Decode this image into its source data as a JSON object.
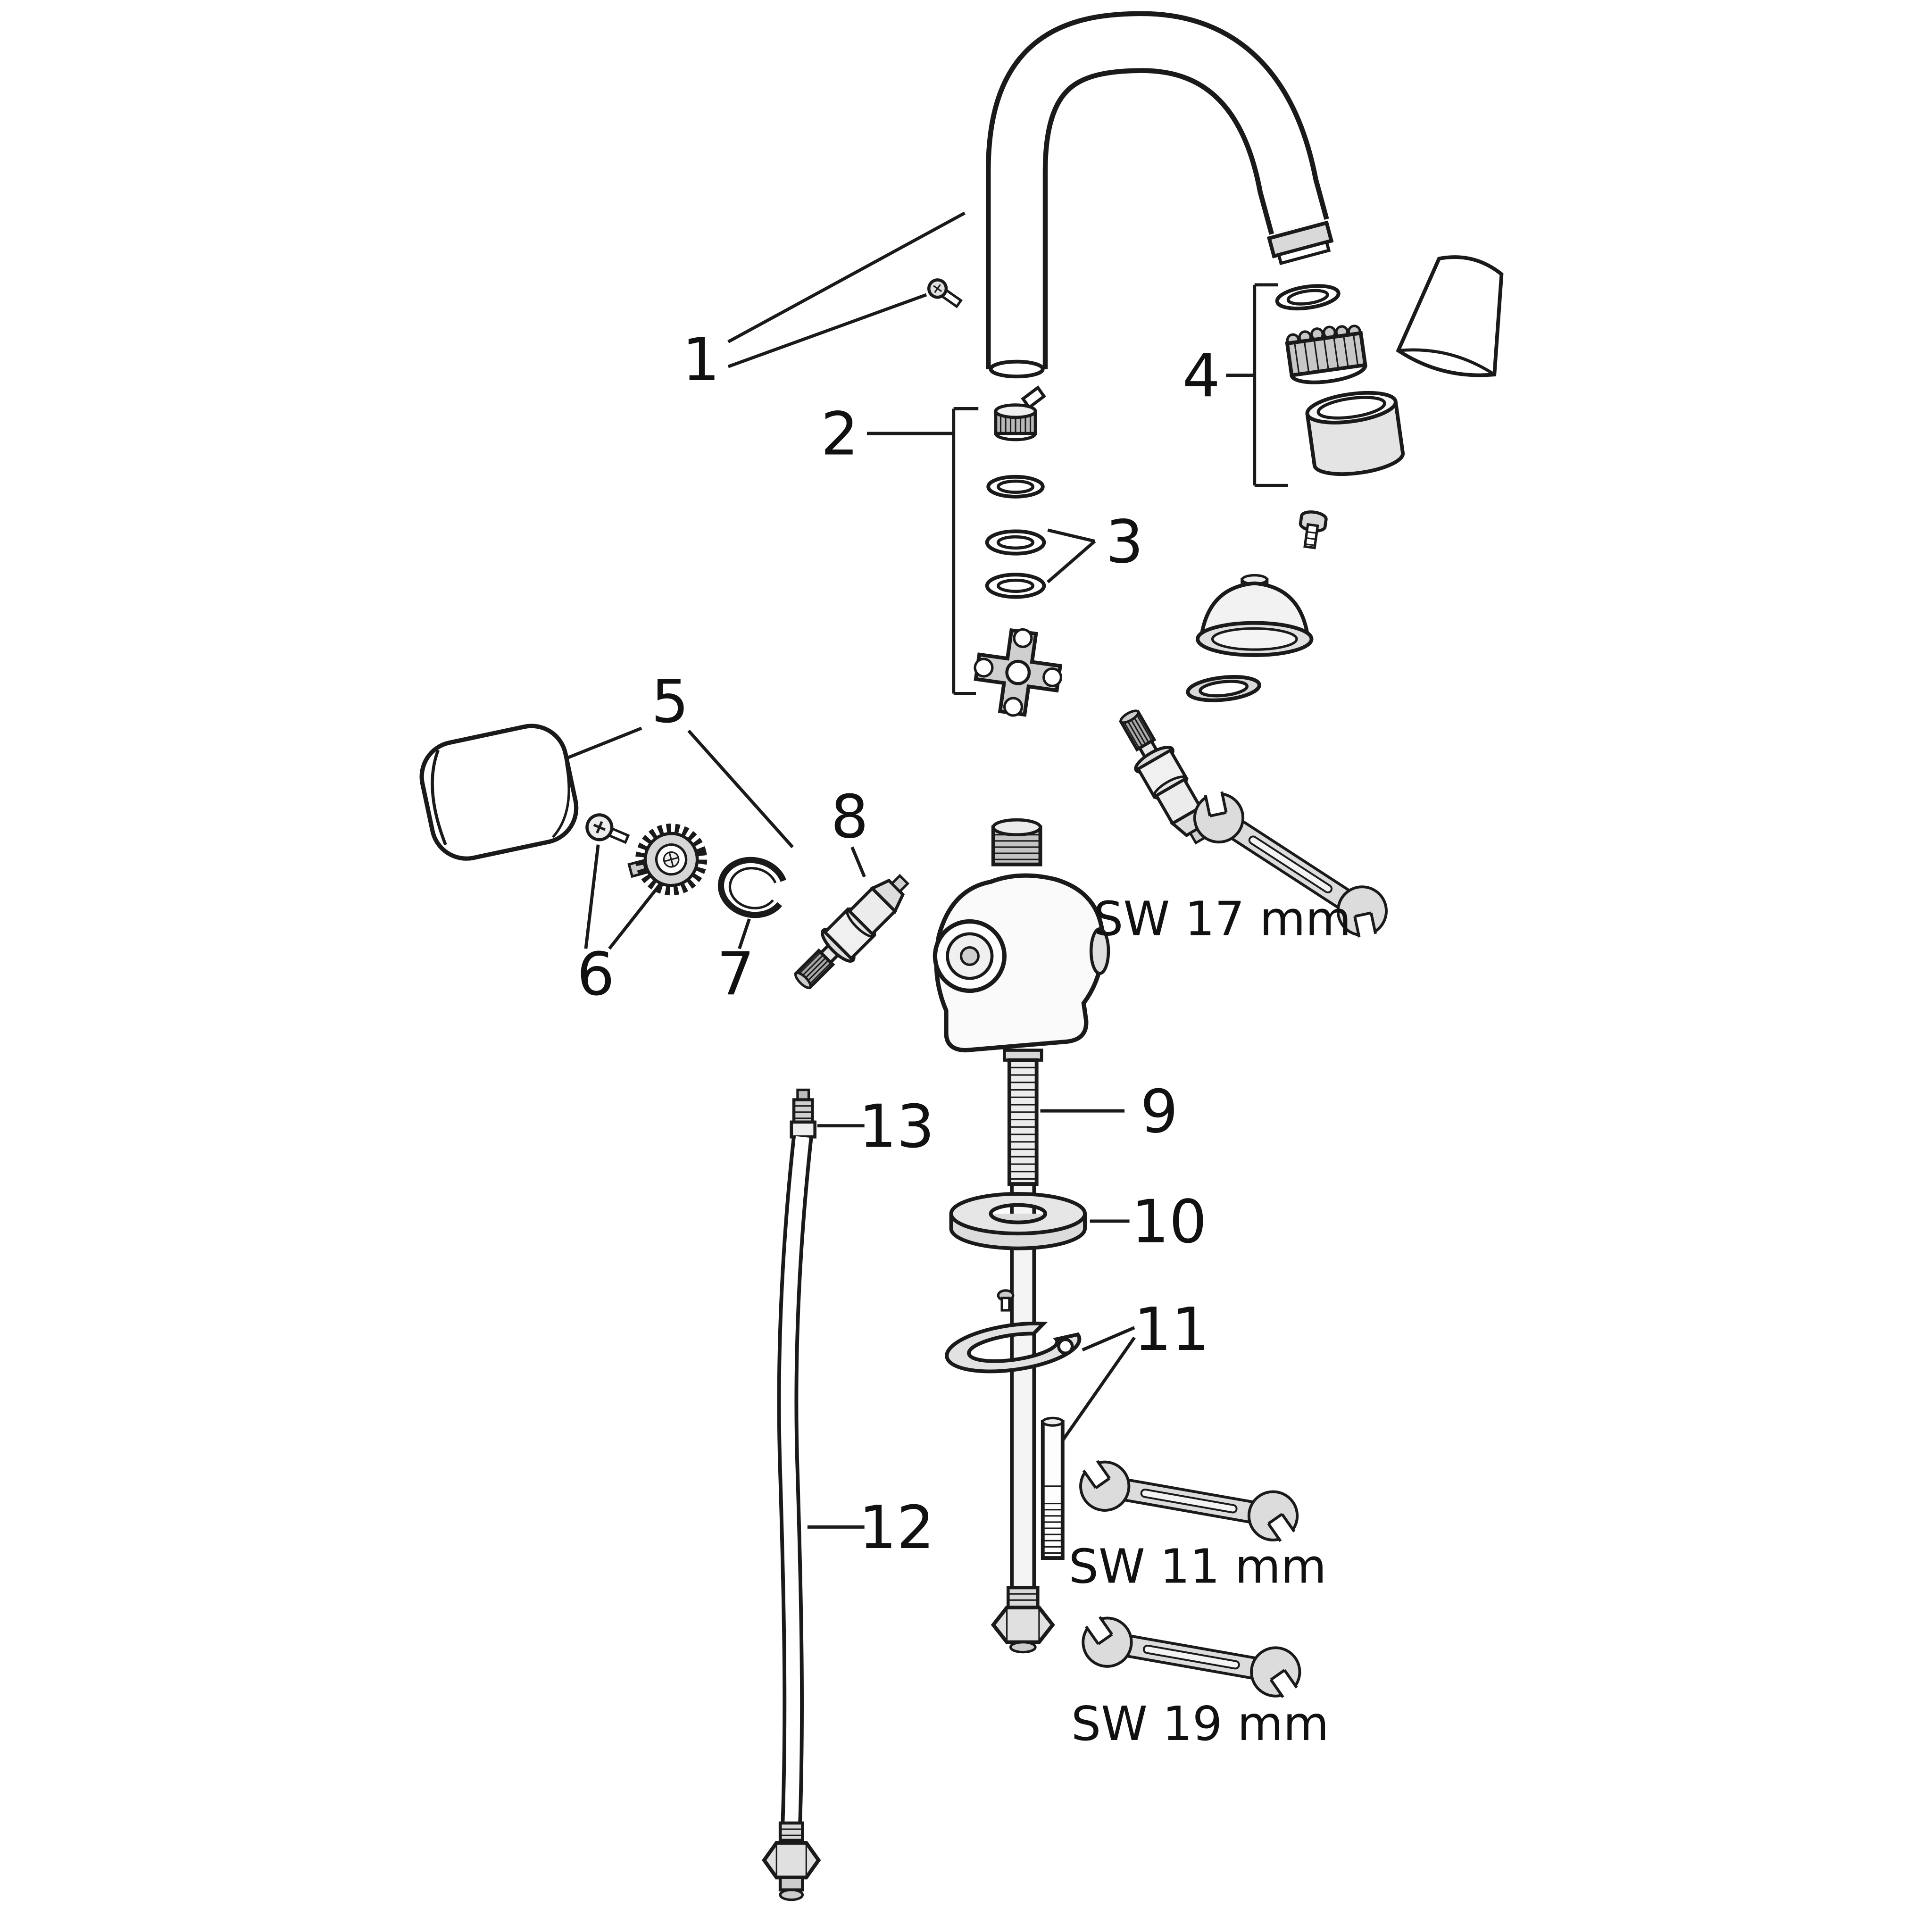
{
  "colors": {
    "line": "#1a1a1a",
    "metal_light": "#d9d9d9",
    "metal_mid": "#c4c4c4",
    "background": "#ffffff"
  },
  "part_labels": {
    "1": "1",
    "2": "2",
    "3": "3",
    "4": "4",
    "5": "5",
    "6": "6",
    "7": "7",
    "8": "8",
    "9": "9",
    "10": "10",
    "11": "11",
    "12": "12",
    "13": "13"
  },
  "wrench_labels": {
    "sw17": "SW 17 mm",
    "sw11": "SW 11 mm",
    "sw19": "SW 19 mm"
  }
}
